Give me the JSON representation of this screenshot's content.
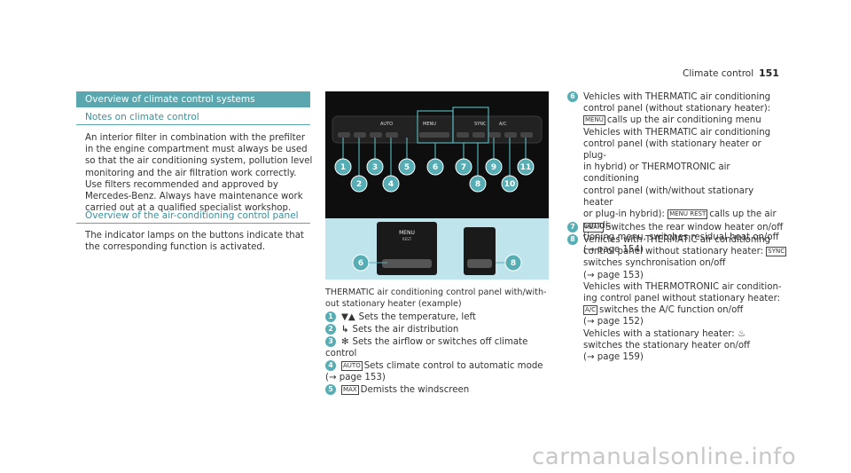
{
  "header": {
    "section": "Climate control",
    "page": "151"
  },
  "left": {
    "title_bar": "Overview of climate control systems",
    "subtitle1": "Notes on climate control",
    "para1": [
      "An interior filter in combination with the prefilter",
      "in the engine compartment must always be used",
      "so that the air conditioning system, pollution level",
      "monitoring and the air filtration work correctly.",
      "Use filters recommended and approved by",
      "Mercedes-Benz. Always have maintenance work",
      "carried out at a qualified specialist workshop."
    ],
    "subtitle2": "Overview of the air-conditioning control panel",
    "para2": [
      "The indicator lamps on the buttons indicate that",
      "the corresponding function is activated."
    ]
  },
  "panel": {
    "button_labels": [
      "MENU",
      "SYNC",
      "AUTO",
      "A/C"
    ],
    "callouts_top": [
      "1",
      "3",
      "5",
      "6",
      "7",
      "9",
      "11"
    ],
    "callouts_bottom": [
      "2",
      "4",
      "8",
      "10"
    ],
    "detail_menu_label": "MENU",
    "detail_menu_sub": "REST",
    "detail_callouts": [
      "6",
      "8"
    ]
  },
  "caption": [
    "THERMATIC air conditioning control panel with/with-",
    "out stationary heater (example)"
  ],
  "middle_items": [
    {
      "num": "1",
      "icon": "▼▲",
      "text": "Sets the temperature, left"
    },
    {
      "num": "2",
      "icon": "↳",
      "text": "Sets the air distribution"
    },
    {
      "num": "3",
      "icon": "fan",
      "lines": [
        "Sets the airflow or switches off climate",
        "control"
      ]
    },
    {
      "num": "4",
      "icon": "AUTO",
      "lines": [
        "Sets climate control to automatic mode",
        "(→ page 153)"
      ]
    },
    {
      "num": "5",
      "icon": "MAX",
      "text": "Demists the windscreen"
    }
  ],
  "right_items": {
    "i6_lines": [
      "Vehicles with THERMATIC air conditioning",
      "control panel (without stationary heater):",
      "calls up the air conditioning menu",
      "Vehicles with THERMATIC air conditioning",
      "control panel (with stationary heater or plug-",
      "in hybrid) or THERMOTRONIC air conditioning",
      "control panel (with/without stationary heater",
      "or plug-in hybrid):",
      "calls up the air condi-",
      "tioning menu, switches residual heat on/off",
      "(→ page 154)"
    ],
    "i7": "Switches the rear window heater on/off",
    "i8_lines": [
      "Vehicles with THERMATIC air conditioning",
      "control panel without stationary heater:",
      "switches synchronisation on/off",
      "(→ page 153)",
      "Vehicles with THERMOTRONIC air condition-",
      "ing control panel without stationary heater:",
      "switches the A/C function on/off",
      "(→ page 152)",
      "Vehicles with a stationary heater:",
      "switches the stationary heater on/off",
      "(→ page 159)"
    ],
    "nums": [
      "6",
      "7",
      "8"
    ],
    "icon_menu": "MENU",
    "icon_menu_rest": "MENU REST",
    "icon_sync": "SYNC",
    "icon_ac": "A/C",
    "icon_rear": "REAR"
  },
  "watermark": "carmanualsonline.info",
  "colors": {
    "accent": "#5aa7b0",
    "bubble": "#56aeb4",
    "panel_bg": "#bfe4eb"
  }
}
